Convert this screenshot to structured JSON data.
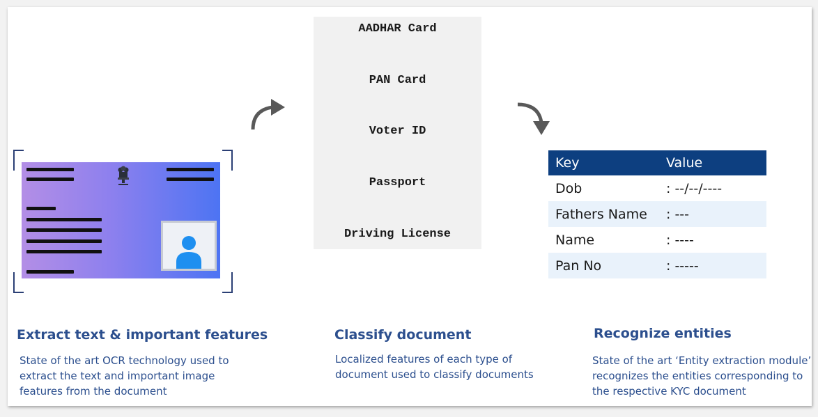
{
  "document_types": [
    "AADHAR Card",
    "PAN Card",
    "Voter ID",
    "Passport",
    "Driving License"
  ],
  "entity_table": {
    "headers": {
      "key": "Key",
      "value": "Value"
    },
    "rows": [
      {
        "key": "Dob",
        "value": ":  --/--/----"
      },
      {
        "key": "Fathers Name",
        "value": ":  ---"
      },
      {
        "key": "Name",
        "value": ":  ----"
      },
      {
        "key": "Pan No",
        "value": ":  -----"
      }
    ]
  },
  "steps": [
    {
      "title": "Extract text & important features",
      "description": [
        "State of the art OCR technology used to",
        "extract the text and important image",
        "features from the document"
      ]
    },
    {
      "title": "Classify document",
      "description": [
        "Localized features of each type of",
        "document used to classify documents"
      ]
    },
    {
      "title": "Recognize entities",
      "description": [
        "State of the art ‘Entity extraction module’",
        "recognizes the entities corresponding to",
        "the respective KYC document"
      ]
    }
  ],
  "colors": {
    "header_blue": "#0d3f80",
    "caption_blue": "#2c4f8e",
    "row_alt": "#e9f2fb",
    "avatar_blue": "#1e8ff0"
  }
}
